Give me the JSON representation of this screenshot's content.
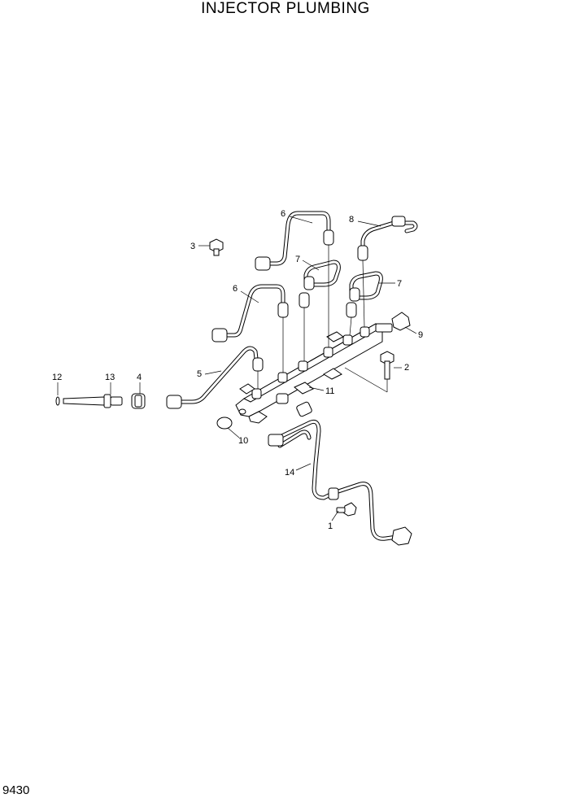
{
  "title": "INJECTOR PLUMBING",
  "page_code": "9430",
  "callouts": {
    "c1": "1",
    "c2": "2",
    "c3": "3",
    "c4": "4",
    "c5": "5",
    "c6a": "6",
    "c6b": "6",
    "c7a": "7",
    "c7b": "7",
    "c8": "8",
    "c9": "9",
    "c10": "10",
    "c11": "11",
    "c12": "12",
    "c13": "13",
    "c14": "14"
  }
}
